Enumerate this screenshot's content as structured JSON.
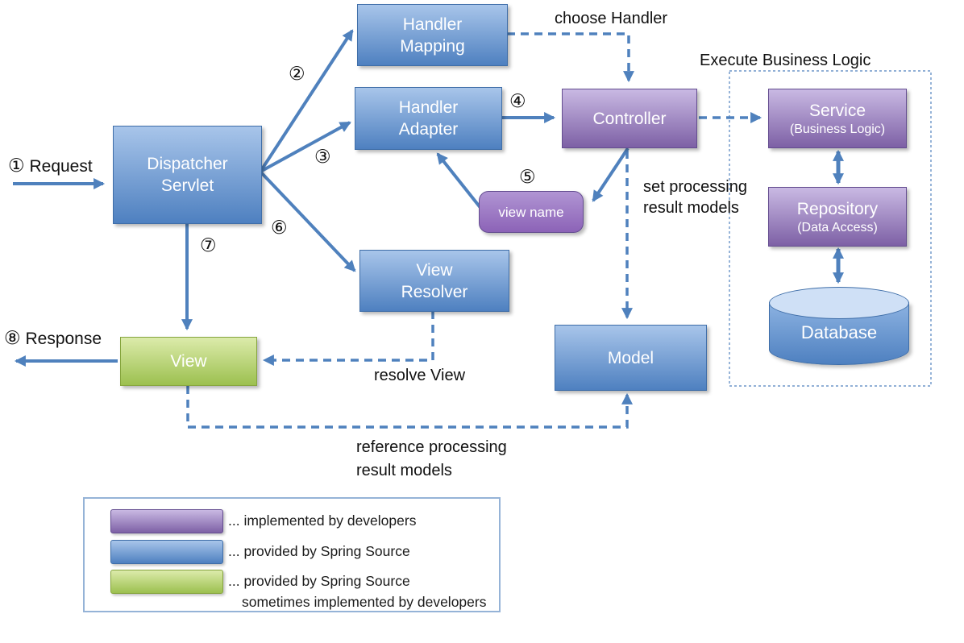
{
  "colors": {
    "blue": "#4e80c0",
    "blue_light": "#a8c5ea",
    "blue_border": "#3f6ea8",
    "purple": "#7d60a5",
    "purple_light": "#c9b9e3",
    "purple_border": "#644d90",
    "green": "#9cc04f",
    "green_light": "#dcebab",
    "green_border": "#86a53e",
    "arrow": "#4f81bd",
    "db_top": "#cfe0f6",
    "legend_border": "#95b3d7"
  },
  "nodes": {
    "dispatcher_servlet": {
      "line1": "Dispatcher",
      "line2": "Servlet"
    },
    "handler_mapping": {
      "line1": "Handler",
      "line2": "Mapping"
    },
    "handler_adapter": {
      "line1": "Handler",
      "line2": "Adapter"
    },
    "controller": {
      "label": "Controller"
    },
    "view_name": {
      "label": "view name"
    },
    "service": {
      "label": "Service",
      "sublabel": "(Business Logic)"
    },
    "repository": {
      "label": "Repository",
      "sublabel": "(Data Access)"
    },
    "database": {
      "label": "Database"
    },
    "view_resolver": {
      "line1": "View",
      "line2": "Resolver"
    },
    "model": {
      "label": "Model"
    },
    "view": {
      "label": "View"
    }
  },
  "steps": {
    "s1": "①",
    "s2": "②",
    "s3": "③",
    "s4": "④",
    "s5": "⑤",
    "s6": "⑥",
    "s7": "⑦",
    "s8": "⑧"
  },
  "labels": {
    "request": "Request",
    "response": "Response",
    "choose_handler": "choose Handler",
    "execute_business_logic": "Execute Business Logic",
    "set_processing": [
      "set processing",
      "result models"
    ],
    "resolve_view": "resolve View",
    "reference": [
      "reference processing",
      "result models"
    ]
  },
  "legend": {
    "items": [
      {
        "swatch": "purple",
        "lines": [
          "... implemented by developers"
        ]
      },
      {
        "swatch": "blue",
        "lines": [
          "... provided by Spring Source"
        ]
      },
      {
        "swatch": "green",
        "lines": [
          "... provided by Spring Source",
          "sometimes implemented by developers"
        ]
      }
    ]
  }
}
